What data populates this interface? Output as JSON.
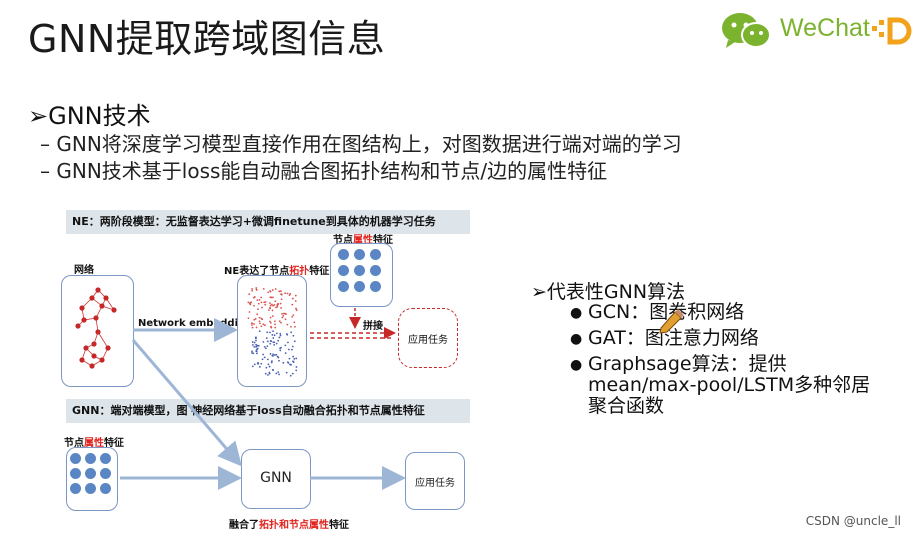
{
  "slide": {
    "title": "GNN提取跨域图信息",
    "logo_text": "WeChat",
    "heading": "➢GNN技术",
    "sub_items": [
      "– GNN将深度学习模型直接作用在图结构上，对图数据进行端对端的学习",
      "– GNN技术基于loss能自动融合图拓扑结构和节点/边的属性特征"
    ]
  },
  "diagram": {
    "ne_bar": "NE：两阶段模型：无监督表达学习+微调finetune到具体的机器学习任务",
    "gnn_bar": "GNN：端对端模型，图 神经网络基于loss自动融合拓扑和节点属性特征",
    "network_label": "网络",
    "ne_embed_prefix": "NE表达了节点",
    "ne_embed_red": "拓扑",
    "ne_embed_suffix": "特征",
    "node_attr_top_prefix": "节点",
    "node_attr_top_red": "属性",
    "node_attr_top_suffix": "特征",
    "node_attr_bottom_prefix": "节点",
    "node_attr_bottom_red": "属性",
    "node_attr_bottom_suffix": "特征",
    "network_embedding": "Network embedding",
    "concat": "拼接",
    "app_task_top": "应用任务",
    "app_task_bottom": "应用任务",
    "gnn_box": "GNN",
    "fused_prefix": "融合了",
    "fused_red": "拓扑和节点属性",
    "fused_suffix": "特征"
  },
  "right": {
    "title": "➢代表性GNN算法",
    "items": [
      "GCN：图卷积网络",
      "GAT：图注意力网络",
      "Graphsage算法：提供mean/max-pool/LSTM多种邻居聚合函数"
    ]
  },
  "watermark": "CSDN @uncle_ll",
  "colors": {
    "accent_red": "#e0231e",
    "box_blue": "#7b97c4",
    "dot_blue": "#5b86c4",
    "wechat_green": "#7bb32e"
  }
}
